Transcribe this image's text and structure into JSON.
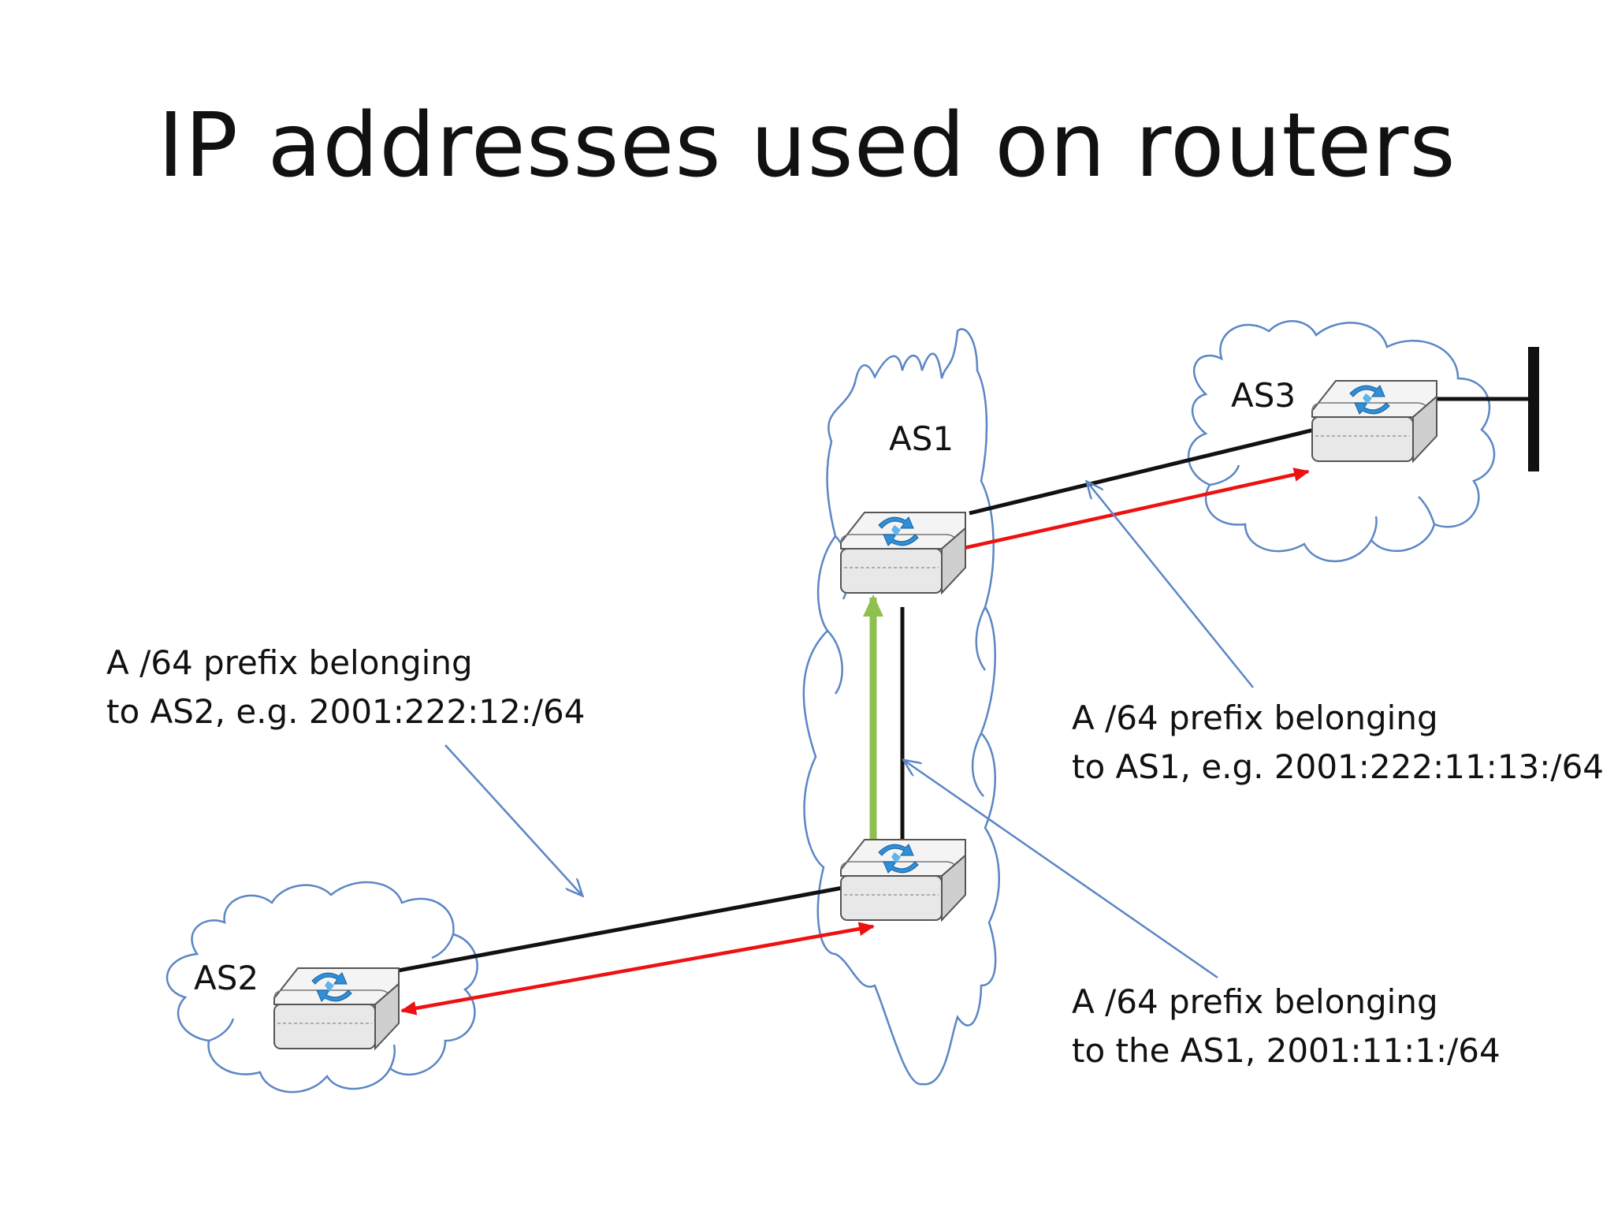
{
  "title": "IP addresses used on routers",
  "as_labels": {
    "as1": "AS1",
    "as2": "AS2",
    "as3": "AS3"
  },
  "notes": {
    "as2_link": {
      "line1": "A /64 prefix belonging",
      "line2": "to AS2, e.g. 2001:222:12:/64"
    },
    "as1_as3_link": {
      "line1": "A /64 prefix belonging",
      "line2": "to AS1, e.g. 2001:222:11:13:/64"
    },
    "as1_internal_link": {
      "line1": "A /64 prefix belonging",
      "line2": "to the AS1, 2001:11:1:/64"
    }
  },
  "colors": {
    "cloud_outline": "#5b86c4",
    "link": "#111111",
    "address_arrow": "#ee1111",
    "internal_arrow": "#8fbf4f",
    "pointer_arrow": "#5b86c4",
    "router_icon": "#2f8fd8"
  },
  "icons": {
    "router": "router-icon",
    "network_segment": "ethernet-bar"
  }
}
